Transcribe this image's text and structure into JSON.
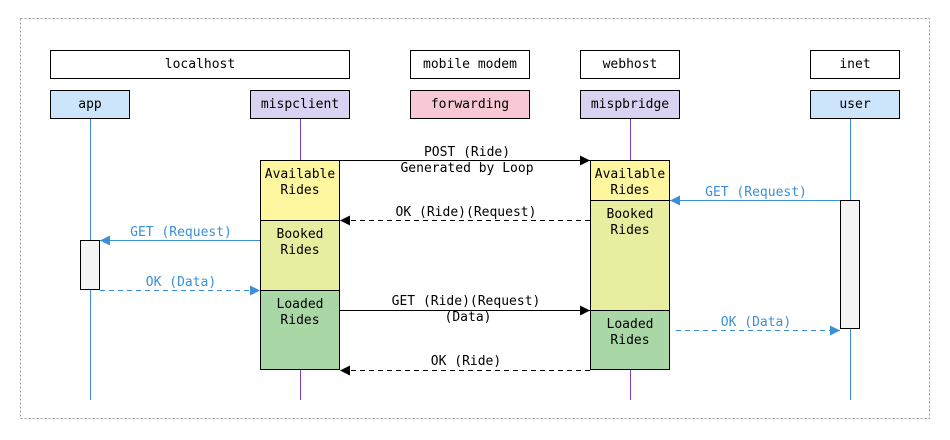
{
  "groups": [
    {
      "id": "localhost",
      "label": "localhost"
    },
    {
      "id": "modem",
      "label": "mobile modem"
    },
    {
      "id": "webhost",
      "label": "webhost"
    },
    {
      "id": "inet",
      "label": "inet"
    }
  ],
  "participants": [
    {
      "id": "app",
      "label": "app",
      "color": "#cce5fb"
    },
    {
      "id": "mispclient",
      "label": "mispclient",
      "color": "#d9d2f0"
    },
    {
      "id": "forwarding",
      "label": "forwarding",
      "color": "#f8c8d4"
    },
    {
      "id": "mispbridge",
      "label": "mispbridge",
      "color": "#d9d2f0"
    },
    {
      "id": "user",
      "label": "user",
      "color": "#cce5fb"
    }
  ],
  "states": {
    "client_available": {
      "lines": [
        "Available",
        "Rides"
      ],
      "color": "#fff7a0"
    },
    "client_booked": {
      "lines": [
        "Booked",
        "Rides"
      ],
      "color": "#e8eea0"
    },
    "client_loaded": {
      "lines": [
        "Loaded",
        "Rides"
      ],
      "color": "#a9d8a6"
    },
    "bridge_available": {
      "lines": [
        "Available",
        "Rides"
      ],
      "color": "#fff7a0"
    },
    "bridge_booked": {
      "lines": [
        "Booked",
        "Rides"
      ],
      "color": "#e8eea0"
    },
    "bridge_loaded": {
      "lines": [
        "Loaded",
        "Rides"
      ],
      "color": "#a9d8a6"
    }
  },
  "messages": [
    {
      "id": "post-ride",
      "lines": [
        "POST (Ride)",
        "Generated by Loop"
      ]
    },
    {
      "id": "get-request-user",
      "lines": [
        "GET (Request)"
      ]
    },
    {
      "id": "ok-ride-request",
      "lines": [
        "OK (Ride)(Request)"
      ]
    },
    {
      "id": "get-request-app",
      "lines": [
        "GET (Request)"
      ]
    },
    {
      "id": "ok-data-app",
      "lines": [
        "OK (Data)"
      ]
    },
    {
      "id": "get-ride-request-data",
      "lines": [
        "GET (Ride)(Request)",
        "(Data)"
      ]
    },
    {
      "id": "ok-data-user",
      "lines": [
        "OK (Data)"
      ]
    },
    {
      "id": "ok-ride",
      "lines": [
        "OK (Ride)"
      ]
    }
  ],
  "colors": {
    "frame": "#999999",
    "lifeline_blue": "#3a8fd8",
    "lifeline_purple": "#7b3fb8",
    "message_blue": "#3a8fd8",
    "message_black": "#000000",
    "activation": "#f4f4f4"
  }
}
